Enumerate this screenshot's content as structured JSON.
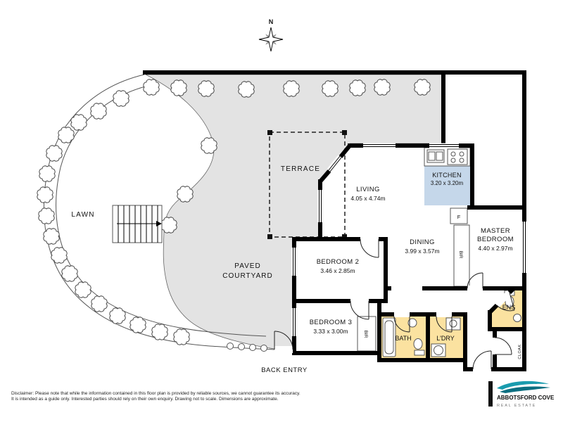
{
  "plan": {
    "compass": "N",
    "areas": {
      "lawn": "LAWN",
      "terrace": "TERRACE",
      "courtyard_line1": "PAVED",
      "courtyard_line2": "COURTYARD",
      "back_entry": "BACK ENTRY"
    },
    "rooms": {
      "living": {
        "name": "LIVING",
        "dims": "4.05 x 4.74m"
      },
      "kitchen": {
        "name": "KITCHEN",
        "dims": "3.20 x 3.20m"
      },
      "dining": {
        "name": "DINING",
        "dims": "3.99 x 3.57m"
      },
      "master": {
        "name_line1": "MASTER",
        "name_line2": "BEDROOM",
        "dims": "4.40 x 2.97m"
      },
      "bedroom2": {
        "name": "BEDROOM 2",
        "dims": "3.46 x 2.85m"
      },
      "bedroom3": {
        "name": "BEDROOM 3",
        "dims": "3.33 x 3.00m"
      },
      "bath": {
        "name": "BATH"
      },
      "laundry": {
        "name": "L'DRY"
      },
      "ensuite": {
        "name": "ENS"
      }
    },
    "fixtures": {
      "built_in_robe": "BIR",
      "fridge": "F",
      "cloak": "CLOAK"
    },
    "colors": {
      "paving": "#e3e3e3",
      "kitchen_fill": "#c5d7ea",
      "wet_area_fill": "#fbe2a0",
      "wall": "#000000"
    }
  },
  "footer": {
    "disclaimer_line1": "Disclaimer: Please note that while the information contained in this floor plan is provided by reliable sources, we cannot guarantee its accuracy.",
    "disclaimer_line2": "It is intended as a guide only. Interested parties should rely on their own enquiry. Drawing not to scale.  Dimensions are approximate."
  },
  "logo": {
    "brand": "ABBOTSFORD COVE",
    "tagline": "REAL ESTATE",
    "colors": {
      "swoosh": "#1a9cae",
      "swoosh_dark": "#0c6f81",
      "bar": "#111111"
    }
  }
}
